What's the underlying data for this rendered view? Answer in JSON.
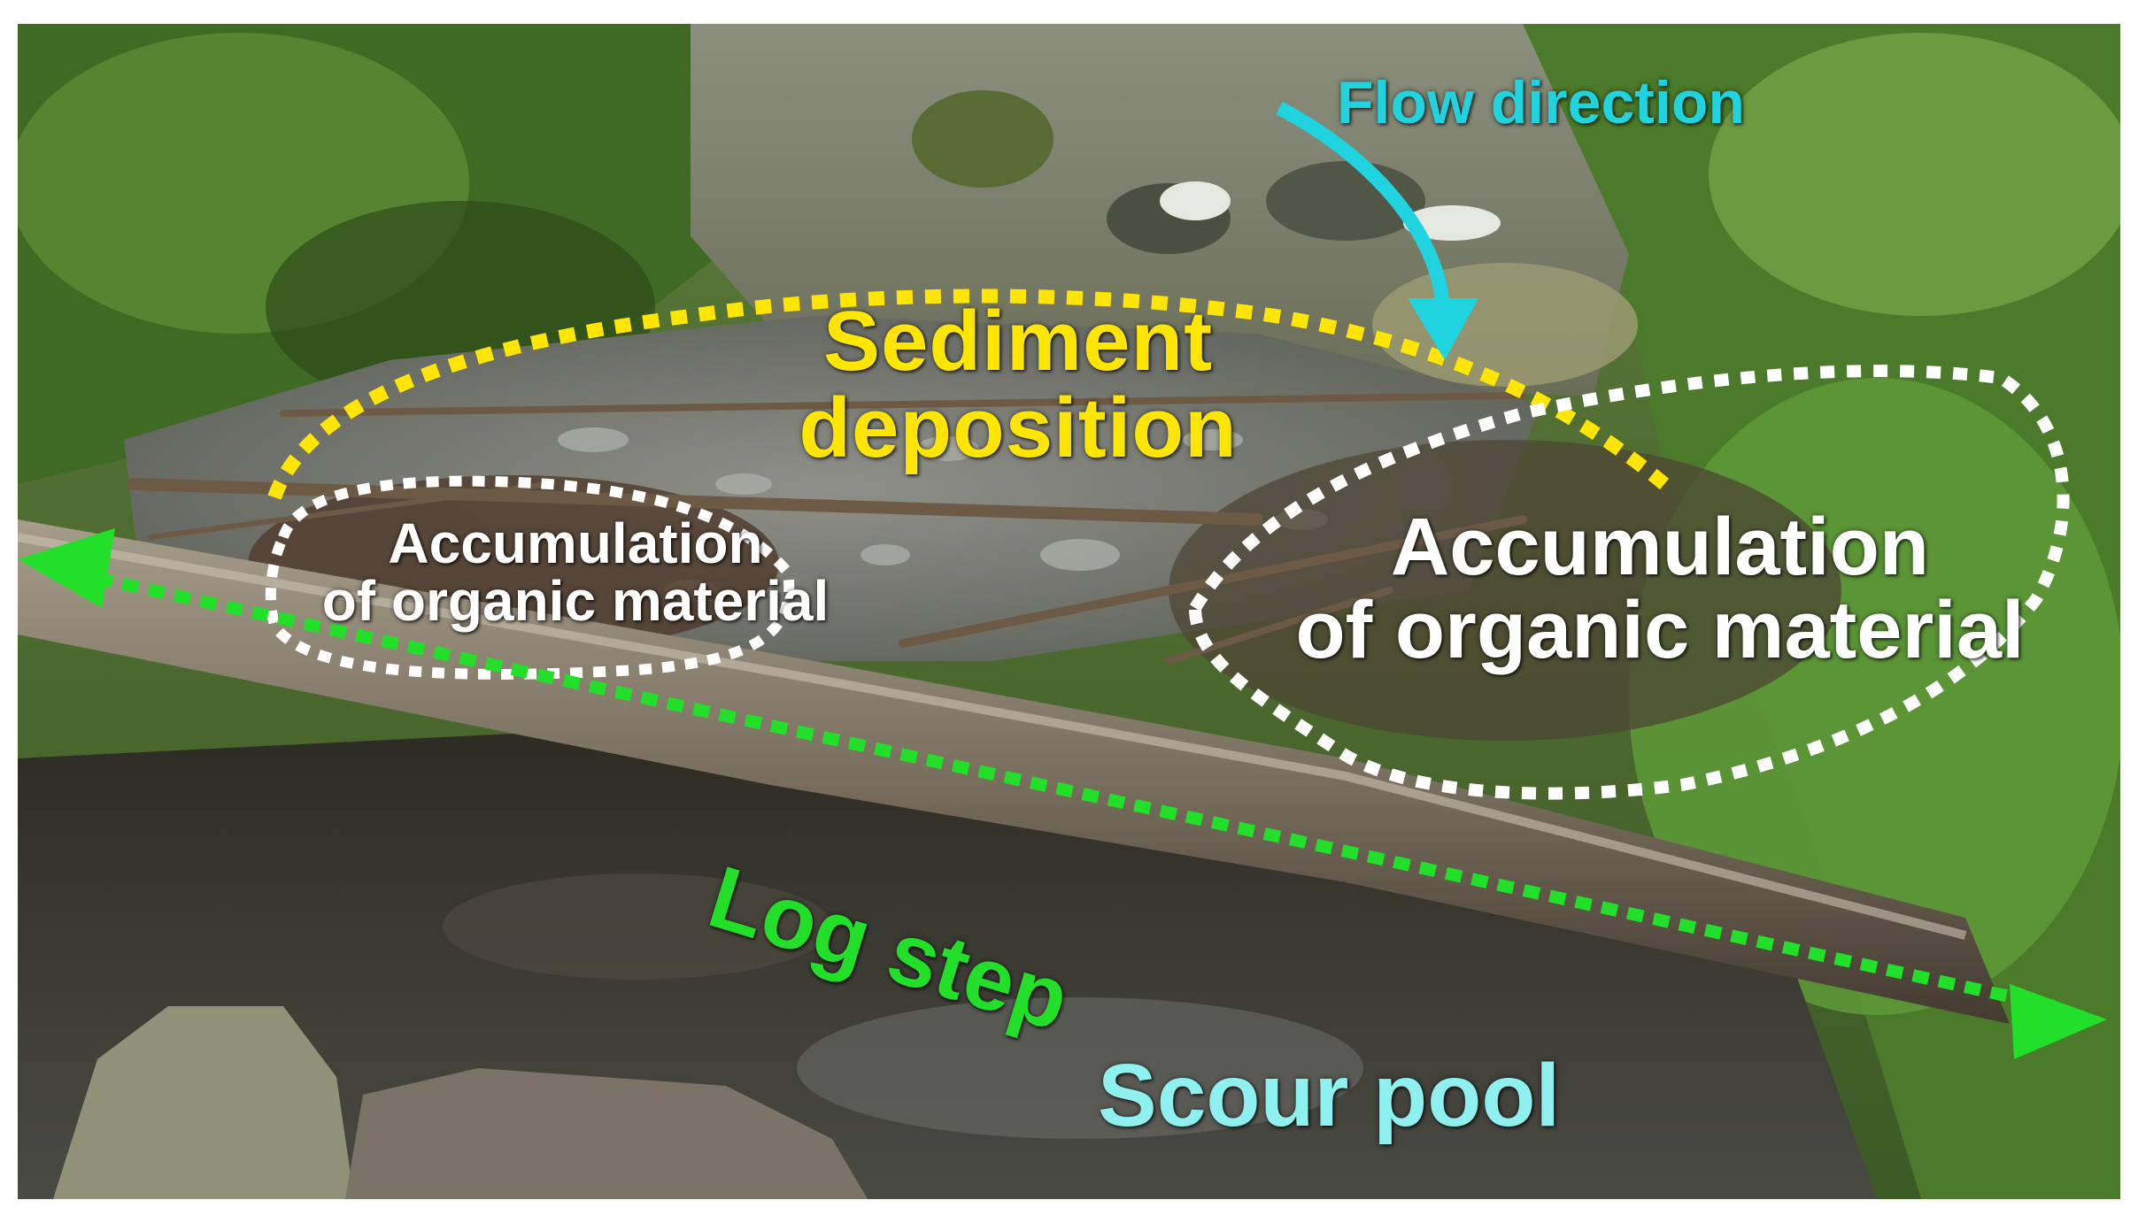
{
  "labels": {
    "flow_direction": "Flow direction",
    "sediment_line1": "Sediment",
    "sediment_line2": "deposition",
    "organic_left_line1": "Accumulation",
    "organic_left_line2": "of organic material",
    "organic_right_line1": "Accumulation",
    "organic_right_line2": "of organic material",
    "log_step": "Log step",
    "scour_pool": "Scour pool"
  },
  "colors": {
    "flow": "#1fd3df",
    "sediment": "#ffe600",
    "organic": "#ffffff",
    "log_step": "#22e02a",
    "scour_pool": "#8ef0ef"
  }
}
